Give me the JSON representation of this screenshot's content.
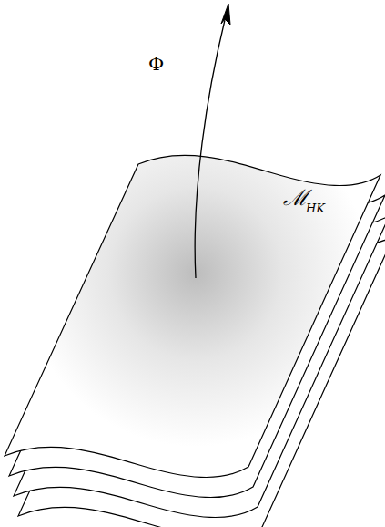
{
  "diagram": {
    "labels": [
      "Φ",
      "ℳ",
      "HK"
    ]
  }
}
